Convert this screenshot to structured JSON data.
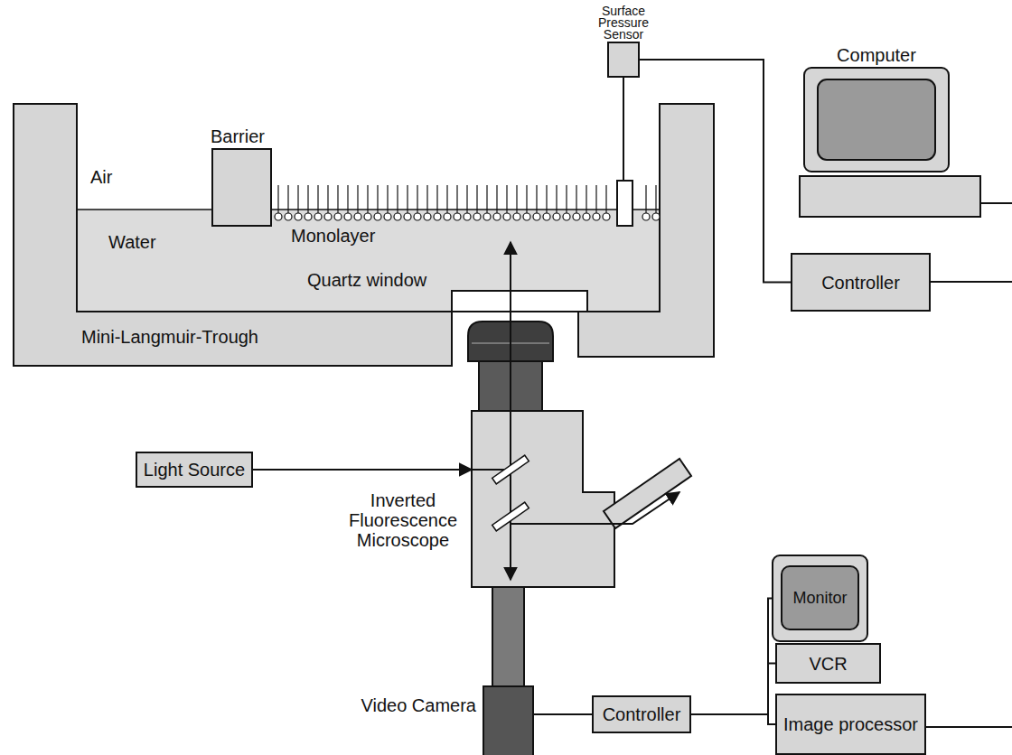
{
  "diagram": {
    "nodes": [
      {
        "text": [
          "Surface Pressure Sensor"
        ]
      },
      {
        "text": [
          "Computer"
        ]
      },
      {
        "text": [
          "Controller"
        ]
      },
      {
        "text": [
          "Light Source"
        ]
      },
      {
        "text": [
          "Inverted Fluorescence Microscope"
        ]
      },
      {
        "text": [
          "Monitor"
        ]
      },
      {
        "text": [
          "VCR"
        ]
      },
      {
        "text": [
          "Video Camera"
        ]
      },
      {
        "text": [
          "Controller"
        ]
      },
      {
        "text": [
          "Image processor"
        ]
      }
    ],
    "edges": [
      {
        "from": 0,
        "to": 2,
        "arrow": "none"
      },
      {
        "from": 3,
        "to": 4,
        "arrow": "to"
      },
      {
        "from": 7,
        "to": 8,
        "arrow": "none"
      },
      {
        "from": 8,
        "to": 5,
        "arrow": "none"
      },
      {
        "from": 8,
        "to": 6,
        "arrow": "none"
      },
      {
        "from": 8,
        "to": 9,
        "arrow": "none"
      }
    ],
    "labels": [
      "Air",
      "Barrier",
      "Water",
      "Monolayer",
      "Quartz window",
      "Mini-Langmuir-Trough"
    ]
  }
}
